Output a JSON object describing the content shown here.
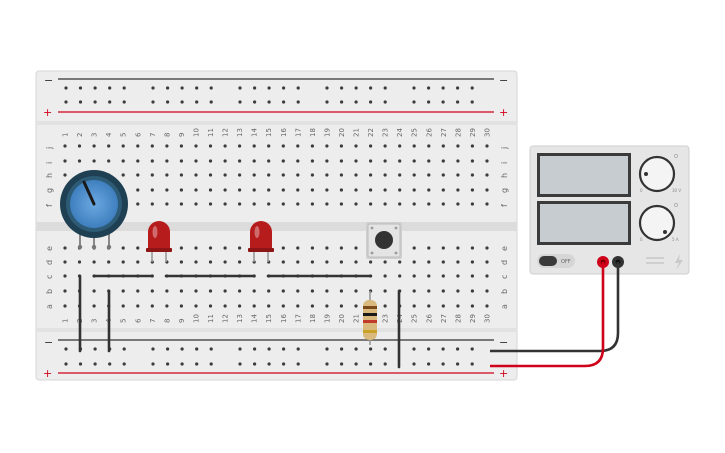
{
  "breadboard": {
    "columns": [
      "1",
      "2",
      "3",
      "4",
      "5",
      "6",
      "7",
      "8",
      "9",
      "10",
      "11",
      "12",
      "13",
      "14",
      "15",
      "16",
      "17",
      "18",
      "19",
      "20",
      "21",
      "22",
      "23",
      "24",
      "25",
      "26",
      "27",
      "28",
      "29",
      "30"
    ],
    "rows_top": [
      "j",
      "i",
      "h",
      "g",
      "f"
    ],
    "rows_bottom": [
      "e",
      "d",
      "c",
      "b",
      "a"
    ],
    "rail_minus": "−",
    "rail_plus": "+"
  },
  "power_supply": {
    "switch_label": "OFF",
    "voltage_knob_max": "30 V",
    "current_knob_max": "5 A",
    "voltage_knob_min": "0",
    "current_knob_min": "0",
    "display_top": "",
    "display_bottom": "",
    "colors": {
      "positive": "#d0021b",
      "negative": "#333333",
      "body": "#e6e6e6"
    }
  },
  "components": {
    "potentiometer": "potentiometer",
    "led_color": "#b71c1c",
    "pushbutton": "pushbutton",
    "resistor": "resistor",
    "wire_color": "#333333"
  }
}
